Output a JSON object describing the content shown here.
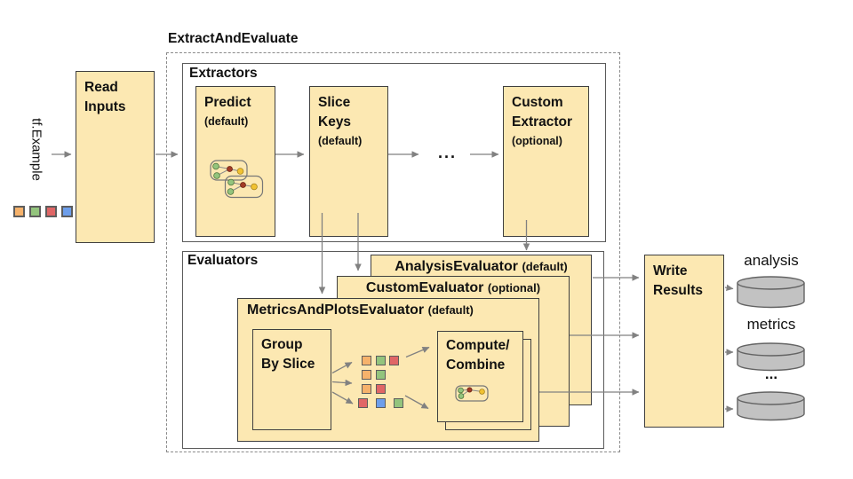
{
  "colors": {
    "box_fill": "#FCE8B2",
    "box_border": "#3f3f3f",
    "container_border": "#5a5a5a",
    "dashed_border": "#8a8a8a",
    "arrow": "#818181",
    "cylinder_fill": "#C2C2C2",
    "cylinder_border": "#636363",
    "square_border": "#5d5d5d",
    "node_green": "#93C47D",
    "node_red": "#A23B26",
    "node_yellow": "#F1C232",
    "square_palette": {
      "orange": "#F6B26B",
      "green": "#93C47D",
      "red": "#E06666",
      "blue": "#6D9EEB"
    }
  },
  "input": {
    "label": "tf.Example",
    "squares": [
      "orange",
      "green",
      "red",
      "blue"
    ]
  },
  "read_inputs": {
    "lines": [
      "Read",
      "Inputs"
    ]
  },
  "pipeline": {
    "title": "ExtractAndEvaluate"
  },
  "extractors": {
    "label": "Extractors",
    "ellipsis": "...",
    "predict": {
      "name": "Predict",
      "qualifier": "(default)"
    },
    "slice_keys": {
      "lines": [
        "Slice",
        "Keys"
      ],
      "qualifier": "(default)"
    },
    "custom": {
      "lines": [
        "Custom",
        "Extractor"
      ],
      "qualifier": "(optional)"
    }
  },
  "evaluators": {
    "label": "Evaluators",
    "analysis": {
      "name": "AnalysisEvaluator",
      "qualifier": "(default)"
    },
    "custom": {
      "name": "CustomEvaluator",
      "qualifier": "(optional)"
    },
    "metrics_and_plots": {
      "name": "MetricsAndPlotsEvaluator",
      "qualifier": "(default)",
      "group_by_slice": {
        "lines": [
          "Group",
          "By Slice"
        ]
      },
      "slice_groups": [
        [
          "orange",
          "green",
          "red"
        ],
        [
          "orange",
          "green"
        ],
        [
          "orange",
          "red"
        ],
        [
          "red",
          "blue",
          "green"
        ]
      ],
      "compute_combine": {
        "lines": [
          "Compute/",
          "Combine"
        ]
      }
    }
  },
  "write_results": {
    "lines": [
      "Write",
      "Results"
    ]
  },
  "outputs": {
    "labels": [
      "analysis",
      "metrics",
      "..."
    ]
  }
}
